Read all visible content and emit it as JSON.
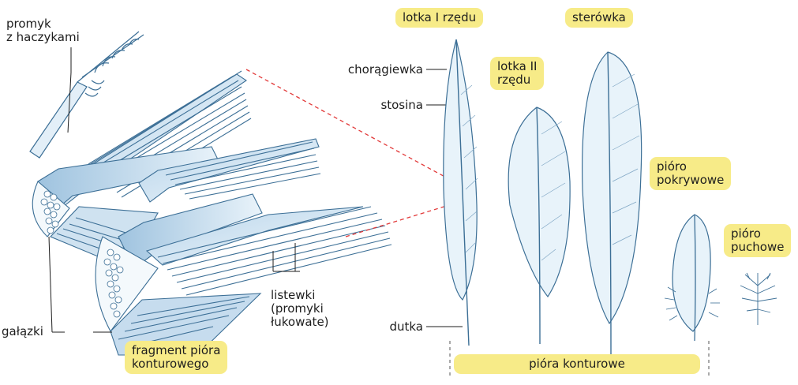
{
  "labels": {
    "promyk": "promyk\nz haczykami",
    "choragiewka": "chorągiewka",
    "stosina": "stosina",
    "dutka": "dutka",
    "galazki": "gałązki",
    "listewki": "listewki\n(promyki\nłukowate)"
  },
  "pills": {
    "lotka_1": "lotka I rzędu",
    "lotka_2": "lotka II\nrzędu",
    "sterowka": "sterówka",
    "pokrywowe": "pióro\npokrywowe",
    "puchowe": "pióro\npuchowe",
    "fragment": "fragment pióra\nkonturowego",
    "konturowe": "pióra konturowe"
  },
  "colors": {
    "pill": "#f7eb88",
    "ink": "#1e1e1e",
    "feather_stroke": "#3c6f96",
    "feather_fill": "#dfeef8",
    "zoom_line": "#e23a3a"
  }
}
